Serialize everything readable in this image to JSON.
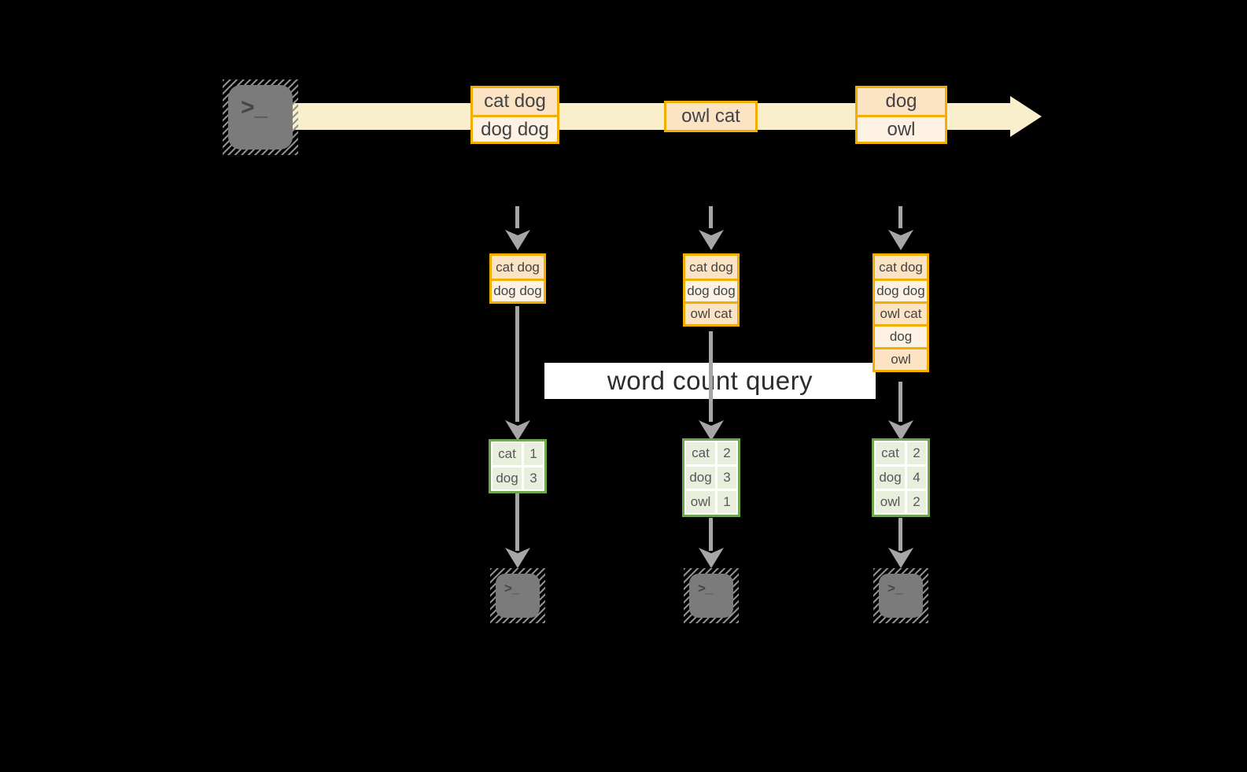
{
  "query_label": "word count query",
  "stream_batches": [
    {
      "rows": [
        "cat dog",
        "dog dog"
      ]
    },
    {
      "rows": [
        "owl cat"
      ]
    },
    {
      "rows": [
        "dog",
        "owl"
      ]
    }
  ],
  "state_tables": [
    {
      "rows": [
        "cat dog",
        "dog dog"
      ]
    },
    {
      "rows": [
        "cat dog",
        "dog dog",
        "owl cat"
      ]
    },
    {
      "rows": [
        "cat dog",
        "dog dog",
        "owl cat",
        "dog",
        "owl"
      ]
    }
  ],
  "result_tables": [
    {
      "rows": [
        {
          "word": "cat",
          "count": "1"
        },
        {
          "word": "dog",
          "count": "3"
        }
      ]
    },
    {
      "rows": [
        {
          "word": "cat",
          "count": "2"
        },
        {
          "word": "dog",
          "count": "3"
        },
        {
          "word": "owl",
          "count": "1"
        }
      ]
    },
    {
      "rows": [
        {
          "word": "cat",
          "count": "2"
        },
        {
          "word": "dog",
          "count": "4"
        },
        {
          "word": "owl",
          "count": "2"
        }
      ]
    }
  ],
  "icons": {
    "terminal_glyph": ">_"
  },
  "colors": {
    "background": "#000000",
    "stream_arrow": "#FAEFCC",
    "box_border": "#F2AE00",
    "box_fill_dark": "#FBE3C4",
    "box_fill_light": "#FDF2E3",
    "table_border": "#6FA84B",
    "table_cell": "#E8EFDD",
    "connector": "#A6A6A6",
    "query_band": "#FFFFFF"
  }
}
